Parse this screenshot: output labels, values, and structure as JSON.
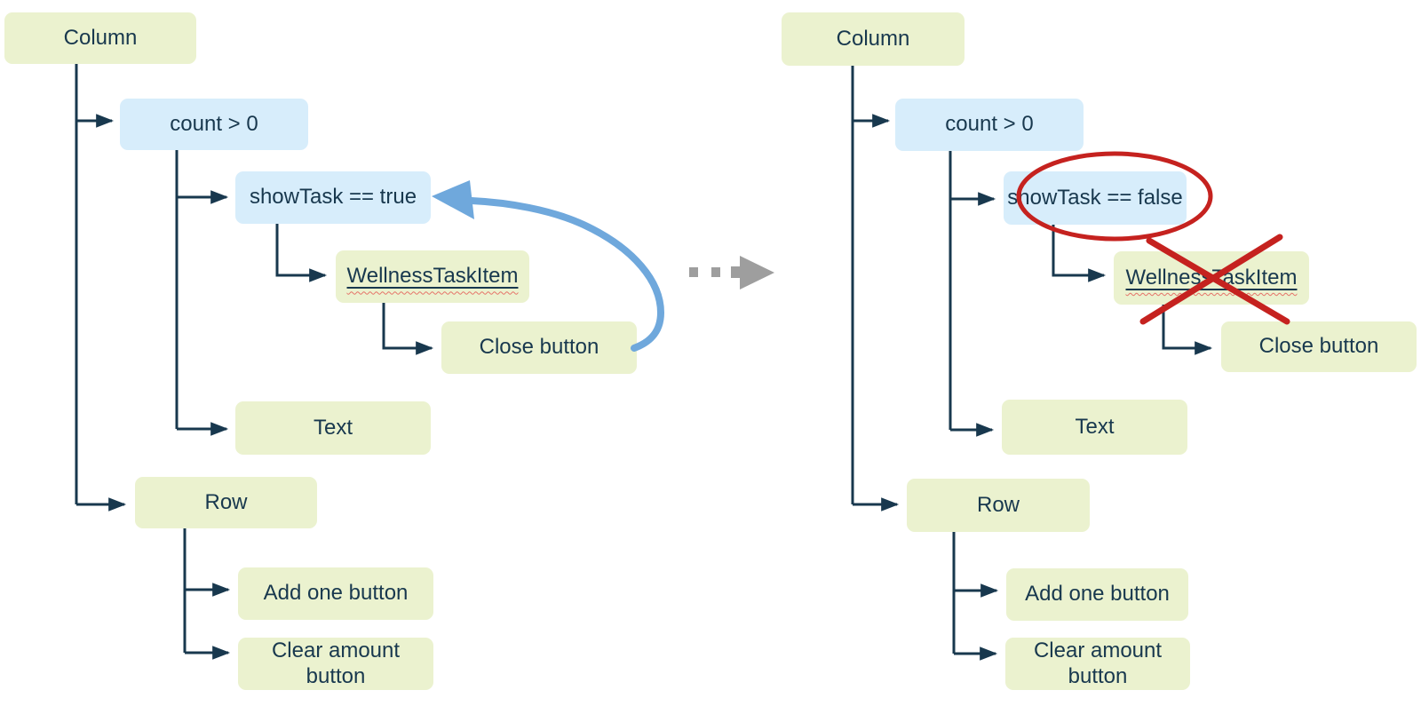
{
  "trees": {
    "before": {
      "column": "Column",
      "count_check": "count > 0",
      "show_task_check": "showTask == true",
      "wellness_task_item": "WellnessTaskItem",
      "close_button": "Close button",
      "text": "Text",
      "row": "Row",
      "add_one_button": "Add one button",
      "clear_amount_button": "Clear amount button"
    },
    "after": {
      "column": "Column",
      "count_check": "count > 0",
      "show_task_check": "showTask == false",
      "wellness_task_item": "WellnessTaskItem",
      "close_button": "Close button",
      "text": "Text",
      "row": "Row",
      "add_one_button": "Add one button",
      "clear_amount_button": "Clear amount button"
    }
  },
  "icons": {
    "recomposition_arrow": "curved-blue-arrow",
    "transition_arrow": "gray-dotted-arrow",
    "changed_node_highlight": "red-ellipse",
    "removed_node_highlight": "red-cross"
  },
  "colors": {
    "composable_box": "#ebf2cf",
    "condition_box": "#d7edfb",
    "connector": "#18384e",
    "recomposition_arrow": "#6fa8dc",
    "transition_arrow": "#9e9e9e",
    "highlight_red": "#c5221f",
    "spellcheck_underline": "#e57368"
  }
}
